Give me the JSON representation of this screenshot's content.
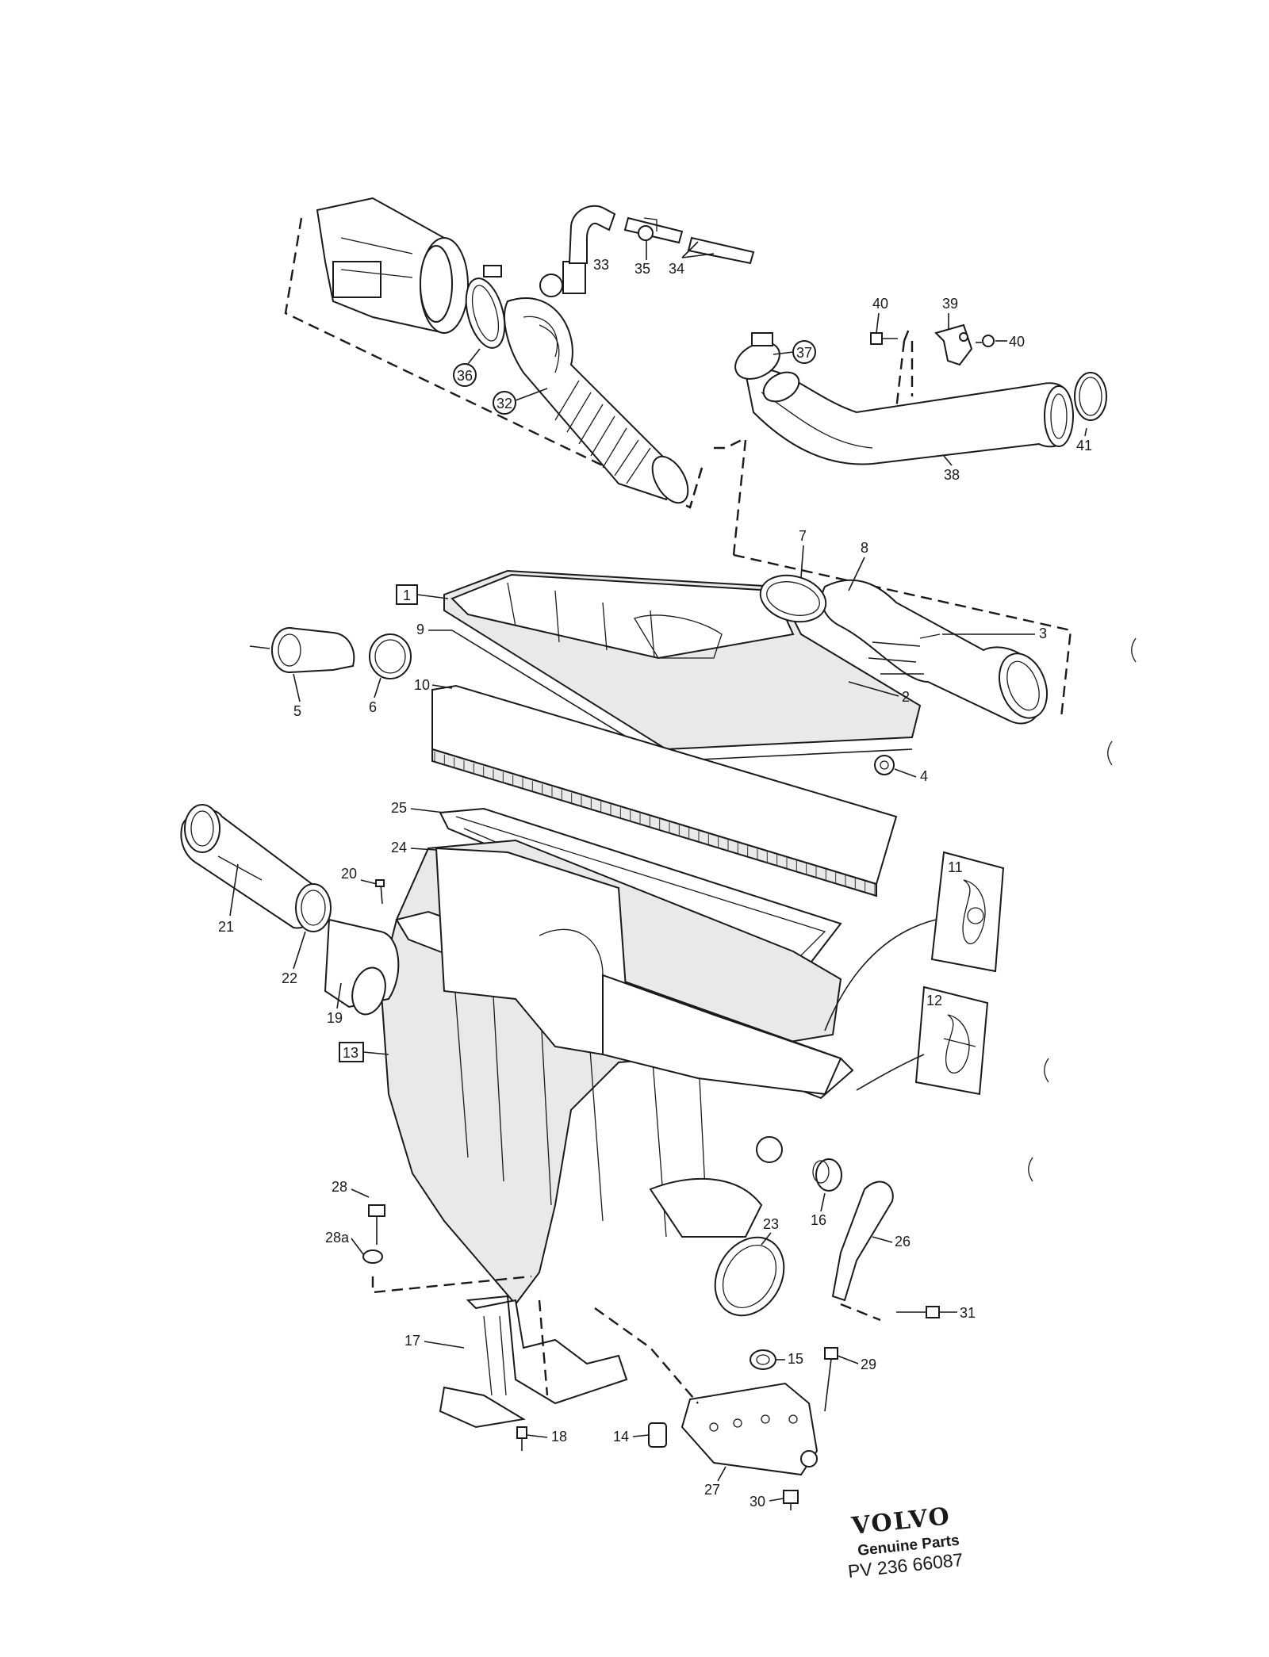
{
  "diagram": {
    "part_labels": {
      "p1": "1",
      "p2": "2",
      "p3": "3",
      "p4": "4",
      "p5": "5",
      "p6": "6",
      "p7": "7",
      "p8": "8",
      "p9": "9",
      "p10": "10",
      "p11": "11",
      "p12": "12",
      "p13": "13",
      "p14": "14",
      "p15": "15",
      "p16": "16",
      "p17": "17",
      "p18": "18",
      "p19": "19",
      "p20": "20",
      "p21": "21",
      "p22": "22",
      "p23": "23",
      "p24": "24",
      "p25": "25",
      "p26": "26",
      "p27": "27",
      "p28": "28",
      "p28a": "28a",
      "p29": "29",
      "p30": "30",
      "p31": "31",
      "p32": "32",
      "p33": "33",
      "p34": "34",
      "p35": "35",
      "p36": "36",
      "p37": "37",
      "p38": "38",
      "p39": "39",
      "p40a": "40",
      "p40b": "40",
      "p41": "41"
    },
    "boxed_labels": [
      "1",
      "13"
    ],
    "circled_labels": [
      "32",
      "36",
      "37"
    ]
  },
  "brand": {
    "name": "VOLVO",
    "subtitle": "Genuine Parts",
    "code": "PV 236 66087"
  },
  "colors": {
    "ink": "#1a1a1a",
    "paper": "#ffffff"
  }
}
